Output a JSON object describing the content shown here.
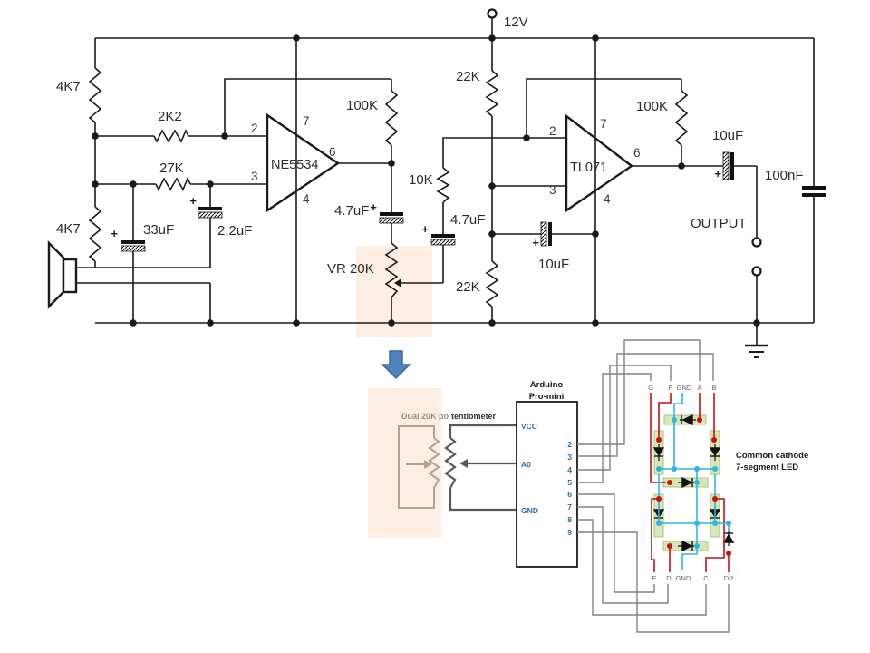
{
  "analog": {
    "supply": "12V",
    "plus": "+",
    "r_bias_top": "4K7",
    "r_in": "2K2",
    "r_gain": "27K",
    "r_bias_bot": "4K7",
    "c_bypass": "33uF",
    "c_couple_in": "2.2uF",
    "opamp1": "NE5534",
    "op1_pin_inv": "2",
    "op1_pin_noninv": "3",
    "op1_pin_vplus": "7",
    "op1_pin_vminus": "4",
    "op1_pin_out": "6",
    "r_fb1": "100K",
    "c_stage1_out": "4.7uF",
    "vr": "VR 20K",
    "r_div_top": "22K",
    "r_in2": "10K",
    "c_couple2": "4.7uF",
    "r_div_bot": "22K",
    "opamp2": "TL071",
    "op2_pin_inv": "2",
    "op2_pin_noninv": "3",
    "op2_pin_vplus": "7",
    "op2_pin_vminus": "4",
    "op2_pin_out": "6",
    "r_fb2": "100K",
    "c_out": "10uF",
    "c_pin4": "10uF",
    "output_label": "OUTPUT",
    "c_filter": "100nF"
  },
  "arduino": {
    "title_line1": "Arduino",
    "title_line2": "Pro-mini",
    "left_pins": [
      "VCC",
      "A0",
      "GND"
    ],
    "right_pins": [
      "2",
      "3",
      "4",
      "5",
      "6",
      "7",
      "8",
      "9"
    ]
  },
  "pot": {
    "label_highlight": "Dual 20K po",
    "label_rest": "tentiometer"
  },
  "display": {
    "caption_line1": "Common cathode",
    "caption_line2": "7-segment LED",
    "top_pins": [
      "G",
      "F",
      "GND",
      "A",
      "B"
    ],
    "bottom_pins": [
      "E",
      "D",
      "GND",
      "C",
      "DP"
    ]
  },
  "colors": {
    "highlight": "#fdeee3",
    "arrow_blue": "#4f81bd",
    "wire_gray": "#828282",
    "wire_red": "#c41212",
    "wire_cyan": "#30b4e4",
    "segment_green": "#d7e7b5",
    "pin_text_blue": "#2d6e9e",
    "pot_tan": "#b3a28e",
    "pot_dark": "#595959"
  }
}
